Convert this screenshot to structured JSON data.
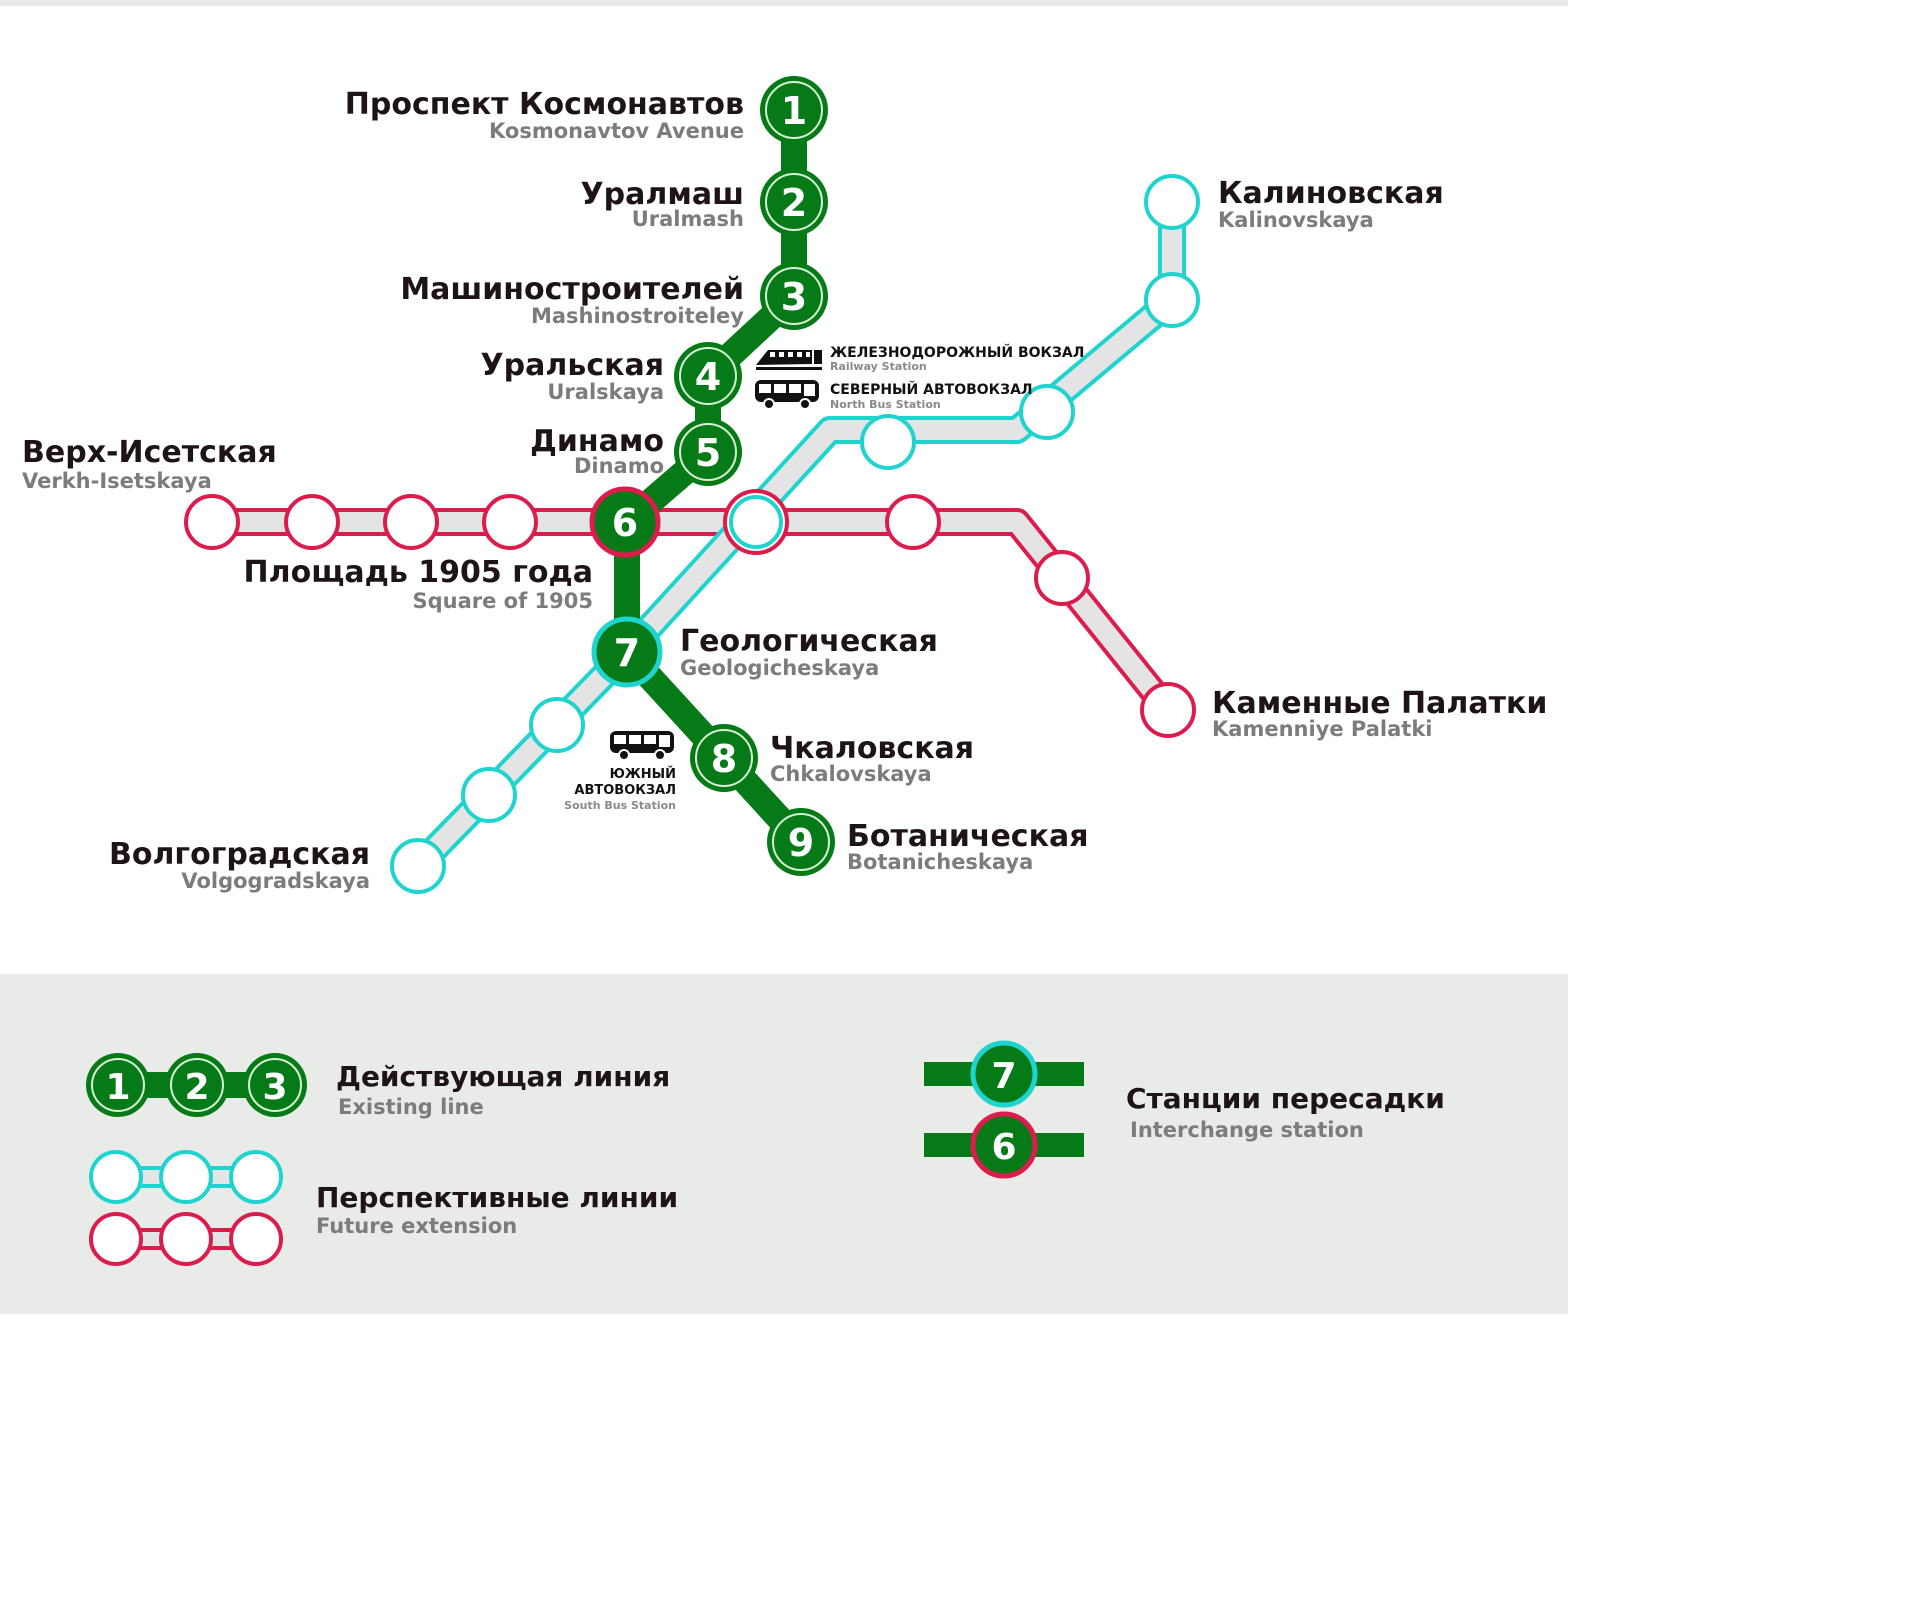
{
  "colors": {
    "green": "#057a17",
    "green_light": "#d7f0d6",
    "cyan": "#1fd4cf",
    "crimson": "#dc1c4c",
    "track_fill": "#e4e4e4",
    "text_dark": "#1e1416",
    "text_grey": "#7c7c7c",
    "legend_bg": "#e8ebe8"
  },
  "stations": [
    {
      "num": "1",
      "ru": "Проспект Космонавтов",
      "en": "Kosmonavtov Avenue"
    },
    {
      "num": "2",
      "ru": "Уралмаш",
      "en": "Uralmash"
    },
    {
      "num": "3",
      "ru": "Машиностроителей",
      "en": "Mashinostroiteley"
    },
    {
      "num": "4",
      "ru": "Уральская",
      "en": "Uralskaya"
    },
    {
      "num": "5",
      "ru": "Динамо",
      "en": "Dinamo"
    },
    {
      "num": "6",
      "ru": "Площадь 1905 года",
      "en": "Square of 1905"
    },
    {
      "num": "7",
      "ru": "Геологическая",
      "en": "Geologicheskaya"
    },
    {
      "num": "8",
      "ru": "Чкаловская",
      "en": "Chkalovskaya"
    },
    {
      "num": "9",
      "ru": "Ботаническая",
      "en": "Botanicheskaya"
    }
  ],
  "future_stations": {
    "kalinovskaya": {
      "ru": "Калиновская",
      "en": "Kalinovskaya"
    },
    "volgogradskaya": {
      "ru": "Волгоградская",
      "en": "Volgogradskaya"
    },
    "verkh_isetskaya": {
      "ru": "Верх-Исетская",
      "en": "Verkh-Isetskaya"
    },
    "kamennye_palatki": {
      "ru": "Каменные Палатки",
      "en": "Kamenniye Palatki"
    }
  },
  "pois": {
    "railway": {
      "ru": "ЖЕЛЕЗНОДОРОЖНЫЙ ВОКЗАЛ",
      "en": "Railway Station",
      "icon": "train-icon"
    },
    "north_bus": {
      "ru": "СЕВЕРНЫЙ АВТОВОКЗАЛ",
      "en": "North Bus Station",
      "icon": "bus-icon"
    },
    "south_bus": {
      "ru_line1": "ЮЖНЫЙ",
      "ru_line2": "АВТОВОКЗАЛ",
      "en": "South Bus Station",
      "icon": "bus-icon"
    }
  },
  "legend": {
    "existing": {
      "ru": "Действующая линия",
      "en": "Existing line",
      "nums": [
        "1",
        "2",
        "3"
      ]
    },
    "future": {
      "ru": "Перспективные линии",
      "en": "Future extension"
    },
    "interchange": {
      "ru": "Станции пересадки",
      "en": "Interchange station",
      "nums": [
        "7",
        "6"
      ]
    }
  }
}
